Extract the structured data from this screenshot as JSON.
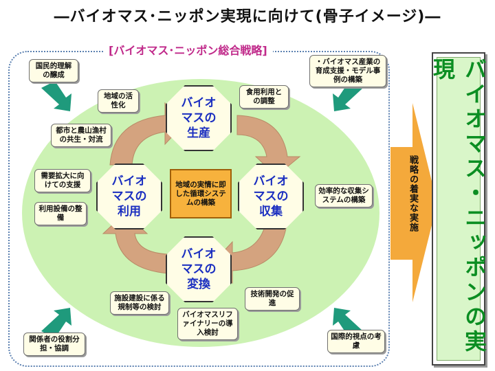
{
  "title": "―バイオマス･ニッポン実現に向けて(骨子イメージ)―",
  "strategy_title": "[バイオマス･ニッポン総合戦略]",
  "cycle": {
    "production": "バイオマスの生産",
    "collection": "バイオマスの収集",
    "conversion": "バイオマスの変換",
    "utilization": "バイオマスの利用",
    "center": "地域の実情に即した循環システムの構築"
  },
  "notes": {
    "national_understanding": "国民的理解の醸成",
    "industry_support": "・バイオマス産業の育成支援・モデル事例の構築",
    "regional_activation": "地域の活性化",
    "urban_rural": "都市と農山漁村の共生・対流",
    "food_adjustment": "食用利用との調整",
    "demand_expansion": "需要拡大に向けての支援",
    "facilities": "利用設備の整備",
    "efficient_collection": "効率的な収集システムの構築",
    "regulations": "施設建設に係る規制等の検討",
    "refinery": "バイオマスリファイナリーの導入検討",
    "tech_dev": "技術開発の促進",
    "role_sharing": "関係者の役割分担・協調",
    "international": "国際的視点の考慮"
  },
  "arrow_label": "戦略の着実な実施",
  "realization": "バイオマス・ニッポンの実現",
  "colors": {
    "title_magenta": "#c0298a",
    "octagon_text": "#1a2ec0",
    "ellipse": "#ccf2b3",
    "cycle_arrow": "#d4a37f",
    "corner_arrow": "#1f9a7c",
    "center_fill": "#f7b23d",
    "right_text": "#0b8e22",
    "big_arrow": "#f4a93b"
  }
}
